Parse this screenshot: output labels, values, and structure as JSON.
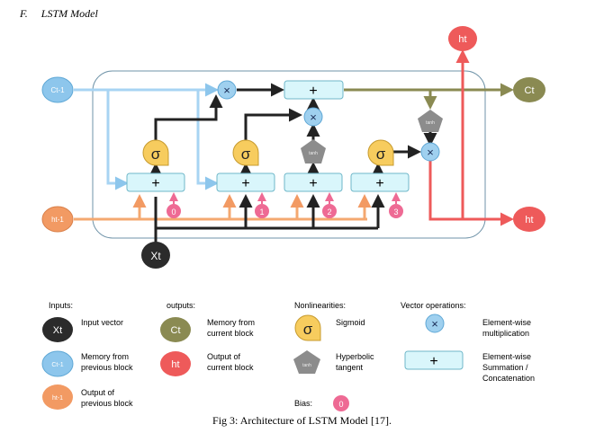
{
  "heading": {
    "number": "F.",
    "title": "LSTM Model"
  },
  "caption": "Fig 3: Architecture of LSTM Model [17].",
  "diagram": {
    "nodes": {
      "c_prev": "Ct-1",
      "h_prev": "ht-1",
      "x_t": "Xt",
      "c_t": "Ct",
      "h_t_top": "ht",
      "h_t_right": "ht"
    },
    "symbols": {
      "sigma": "σ",
      "plus": "+",
      "times": "×",
      "tanh": "tanh"
    },
    "bias_labels": [
      "0",
      "1",
      "2",
      "3"
    ]
  },
  "legend": {
    "inputs_title": "Inputs:",
    "outputs_title": "outputs:",
    "nonlinearities_title": "Nonlinearities:",
    "vector_ops_title": "Vector operations:",
    "input_vector": "Input vector",
    "memory_prev_1": "Memory from",
    "memory_prev_2": "previous block",
    "output_prev_1": "Output of",
    "output_prev_2": "previous block",
    "memory_cur_1": "Memory from",
    "memory_cur_2": "current block",
    "output_cur_1": "Output of",
    "output_cur_2": "current block",
    "sigmoid": "Sigmoid",
    "tanh_1": "Hyperbolic",
    "tanh_2": "tangent",
    "mult_1": "Element-wise",
    "mult_2": "multiplication",
    "sum_1": "Element-wise",
    "sum_2": "Summation /",
    "sum_3": "Concatenation",
    "bias_title": "Bias:",
    "bias_value": "0"
  },
  "colors": {
    "memory": "#8dc6ec",
    "memory_line": "#a8d4f3",
    "hidden": "#f29a63",
    "hidden_line": "#f4a870",
    "input": "#2b2b2b",
    "cell_out": "#8a8a52",
    "h_out": "#ee5a5a",
    "sigmoid": "#f7cc5e",
    "op_box": "#d9f6fb",
    "tanh": "#8c8c8c",
    "bias": "#ee6a94"
  }
}
